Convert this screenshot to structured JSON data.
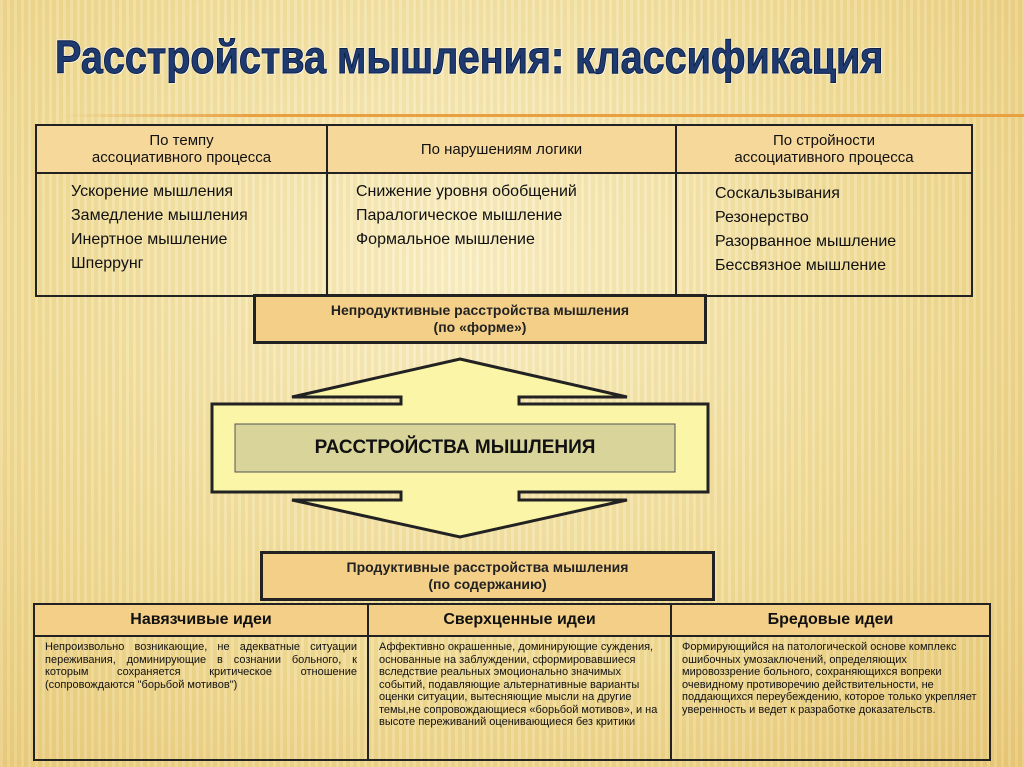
{
  "title": "Расстройства мышления: классификация",
  "form_table": {
    "headers": [
      "По темпу\nассоциативного процесса",
      "По нарушениям логики",
      "По стройности\nассоциативного процесса"
    ],
    "columns": [
      [
        "Ускорение мышления",
        "Замедление мышления",
        "Инертное мышление",
        "Шперрунг"
      ],
      [
        "Снижение уровня обобщений",
        "Паралогическое мышление",
        "Формальное мышление"
      ],
      [
        "Соскальзывания",
        "Резонерство",
        "Разорванное мышление",
        "Бессвязное мышление"
      ]
    ]
  },
  "unproductive": {
    "line1": "Непродуктивные расстройства мышления",
    "line2": "(по «форме»)"
  },
  "center": "РАССТРОЙСТВА МЫШЛЕНИЯ",
  "productive": {
    "line1": "Продуктивные расстройства мышления",
    "line2": "(по содержанию)"
  },
  "content_table": {
    "headers": [
      "Навязчивые идеи",
      "Сверхценные идеи",
      "Бредовые идеи"
    ],
    "cells": [
      "Непроизвольно возникающие, не адекватные ситуации переживания, доминирующие в сознании больного, к которым сохраняется критическое отношение (сопровождаются \"борьбой мотивов\")",
      "Аффективно окрашенные, доминирующие суждения, основанные на заблуждении, сформировавшиеся вследствие реальных эмоционально значимых событий, подавляющие альтернативные варианты оценки ситуации, вытесняющие мысли на другие темы,не сопровождающиеся «борьбой мотивов», и на высоте переживаний оценивающиеся без критики",
      "Формирующийся на патологической основе комплекс ошибочных умозаключений, определяющих мировоззрение больного, сохраняющихся вопреки очевидному противоречию действительности, не поддающихся переубеждению, которое только укрепляет уверенность и ведет к разработке доказательств."
    ]
  },
  "colors": {
    "title": "#1f3a6e",
    "header_fill": "#f4cf88",
    "arrow_fill": "#fbf5a8",
    "center_fill": "#d8d49a"
  }
}
